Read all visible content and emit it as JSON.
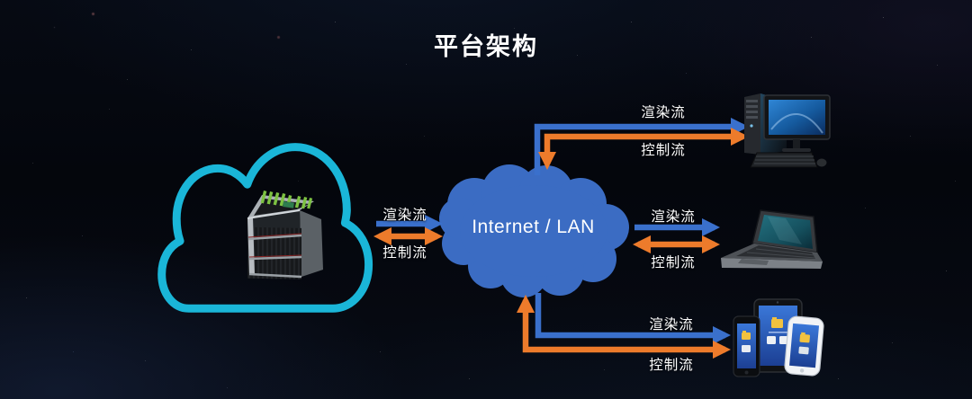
{
  "title": "平台架构",
  "colors": {
    "render-stream": "#3a70cc",
    "control-stream": "#ed7b2b",
    "internet-cloud-fill": "#3b6cc3",
    "server-cloud-outline": "#1ab6d8",
    "label-text": "#ffffff"
  },
  "internet_node": {
    "label": "Internet / LAN"
  },
  "icons": {
    "server_cloud": "server-rack-in-cloud",
    "desktop": "desktop-computer",
    "laptop": "laptop",
    "mobile": "tablet-and-phones"
  },
  "connections": [
    {
      "from": "server-cloud",
      "to": "internet",
      "render_label": "渲染流",
      "control_label": "控制流"
    },
    {
      "from": "internet",
      "to": "desktop-computer",
      "render_label": "渲染流",
      "control_label": "控制流"
    },
    {
      "from": "internet",
      "to": "laptop",
      "render_label": "渲染流",
      "control_label": "控制流"
    },
    {
      "from": "internet",
      "to": "tablet-and-phones",
      "render_label": "渲染流",
      "control_label": "控制流"
    }
  ]
}
